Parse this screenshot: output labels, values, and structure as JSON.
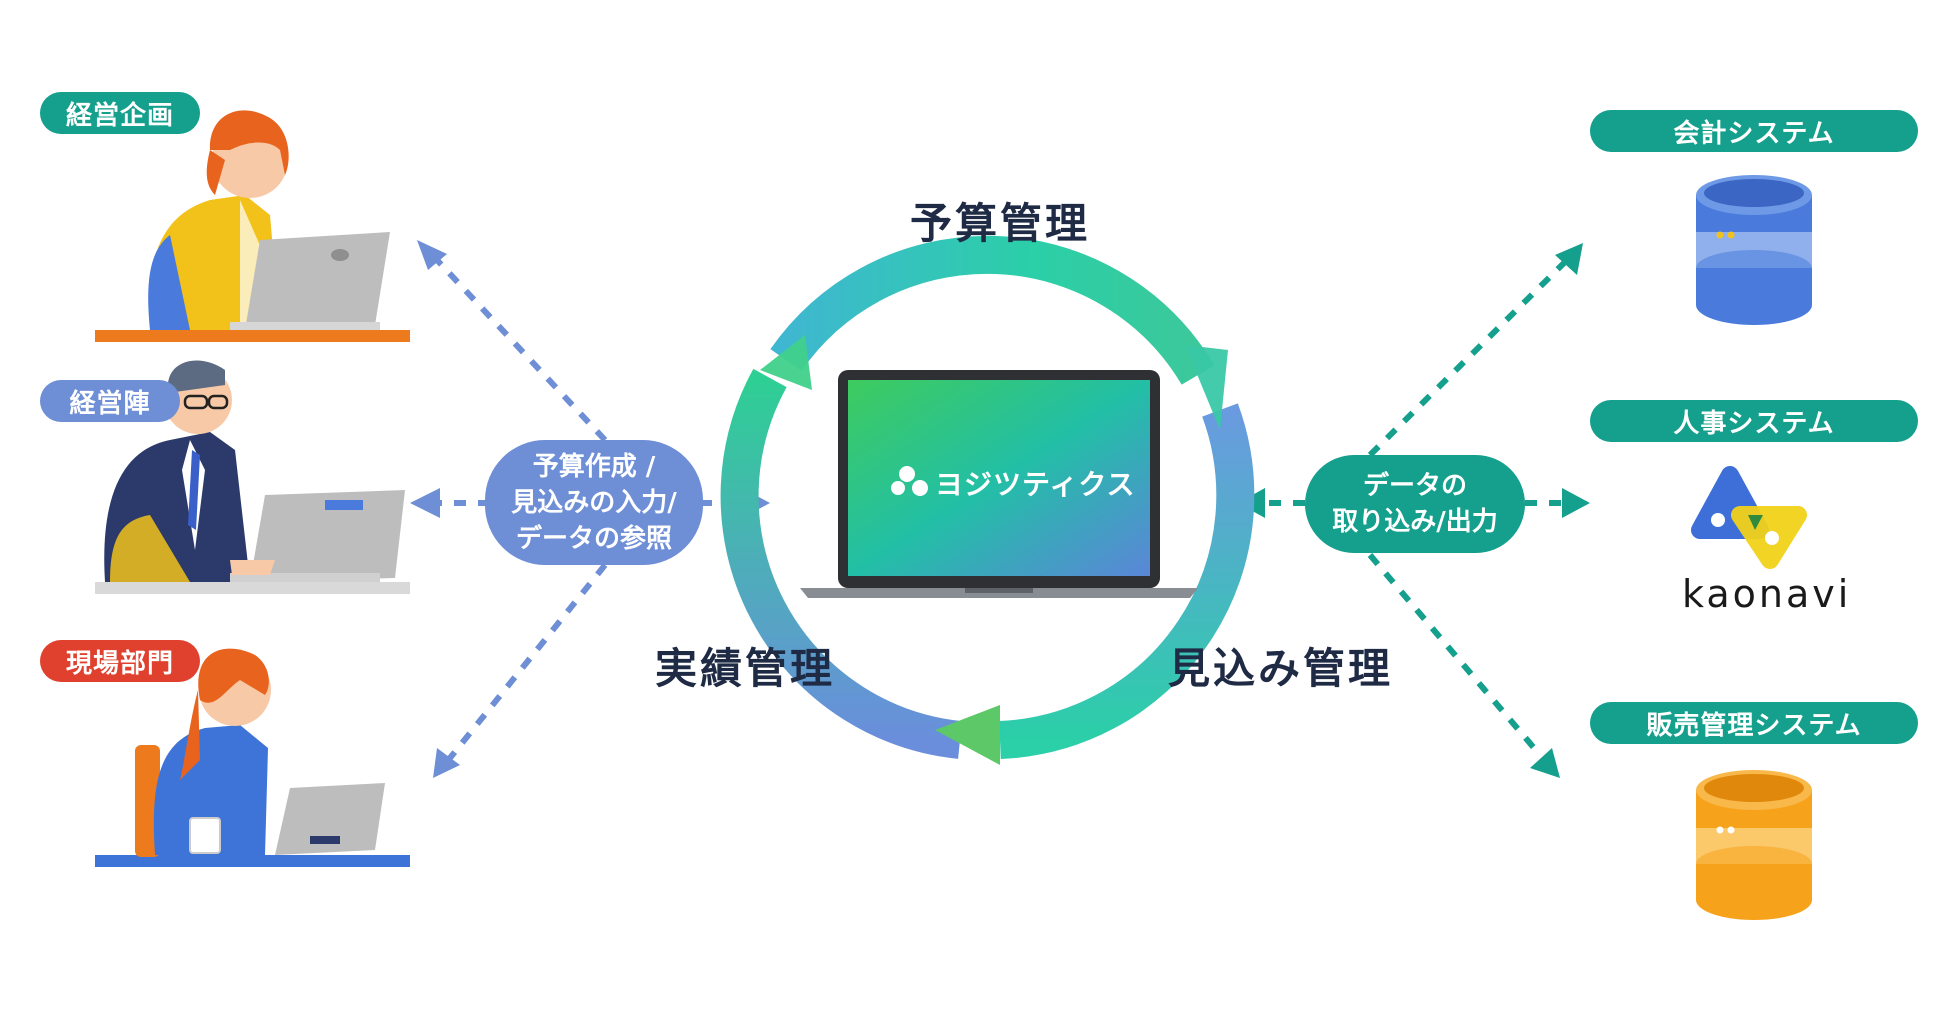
{
  "left_labels": {
    "planning": "経営企画",
    "executives": "経営陣",
    "field": "現場部門"
  },
  "left_hub": {
    "line1": "予算作成 /",
    "line2": "見込みの入力/",
    "line3": "データの参照"
  },
  "cycle": {
    "top": "予算管理",
    "left": "実績管理",
    "right": "見込み管理"
  },
  "screen_logo": "ヨジツティクス",
  "right_hub": {
    "line1": "データの",
    "line2": "取り込み/出力"
  },
  "right_labels": {
    "accounting": "会計システム",
    "hr": "人事システム",
    "sales": "販売管理システム"
  },
  "kaonavi": "kaonavi",
  "colors": {
    "teal": "#14A08C",
    "slate_blue": "#6E8ED6",
    "red": "#E0412F",
    "db_blue": "#4A7BDC",
    "db_orange": "#F7A21B",
    "dark_text": "#1f2a44"
  },
  "icons": [
    "person-planning-icon",
    "person-executive-icon",
    "person-field-icon",
    "laptop-icon",
    "database-icon",
    "kaonavi-logo-icon"
  ]
}
